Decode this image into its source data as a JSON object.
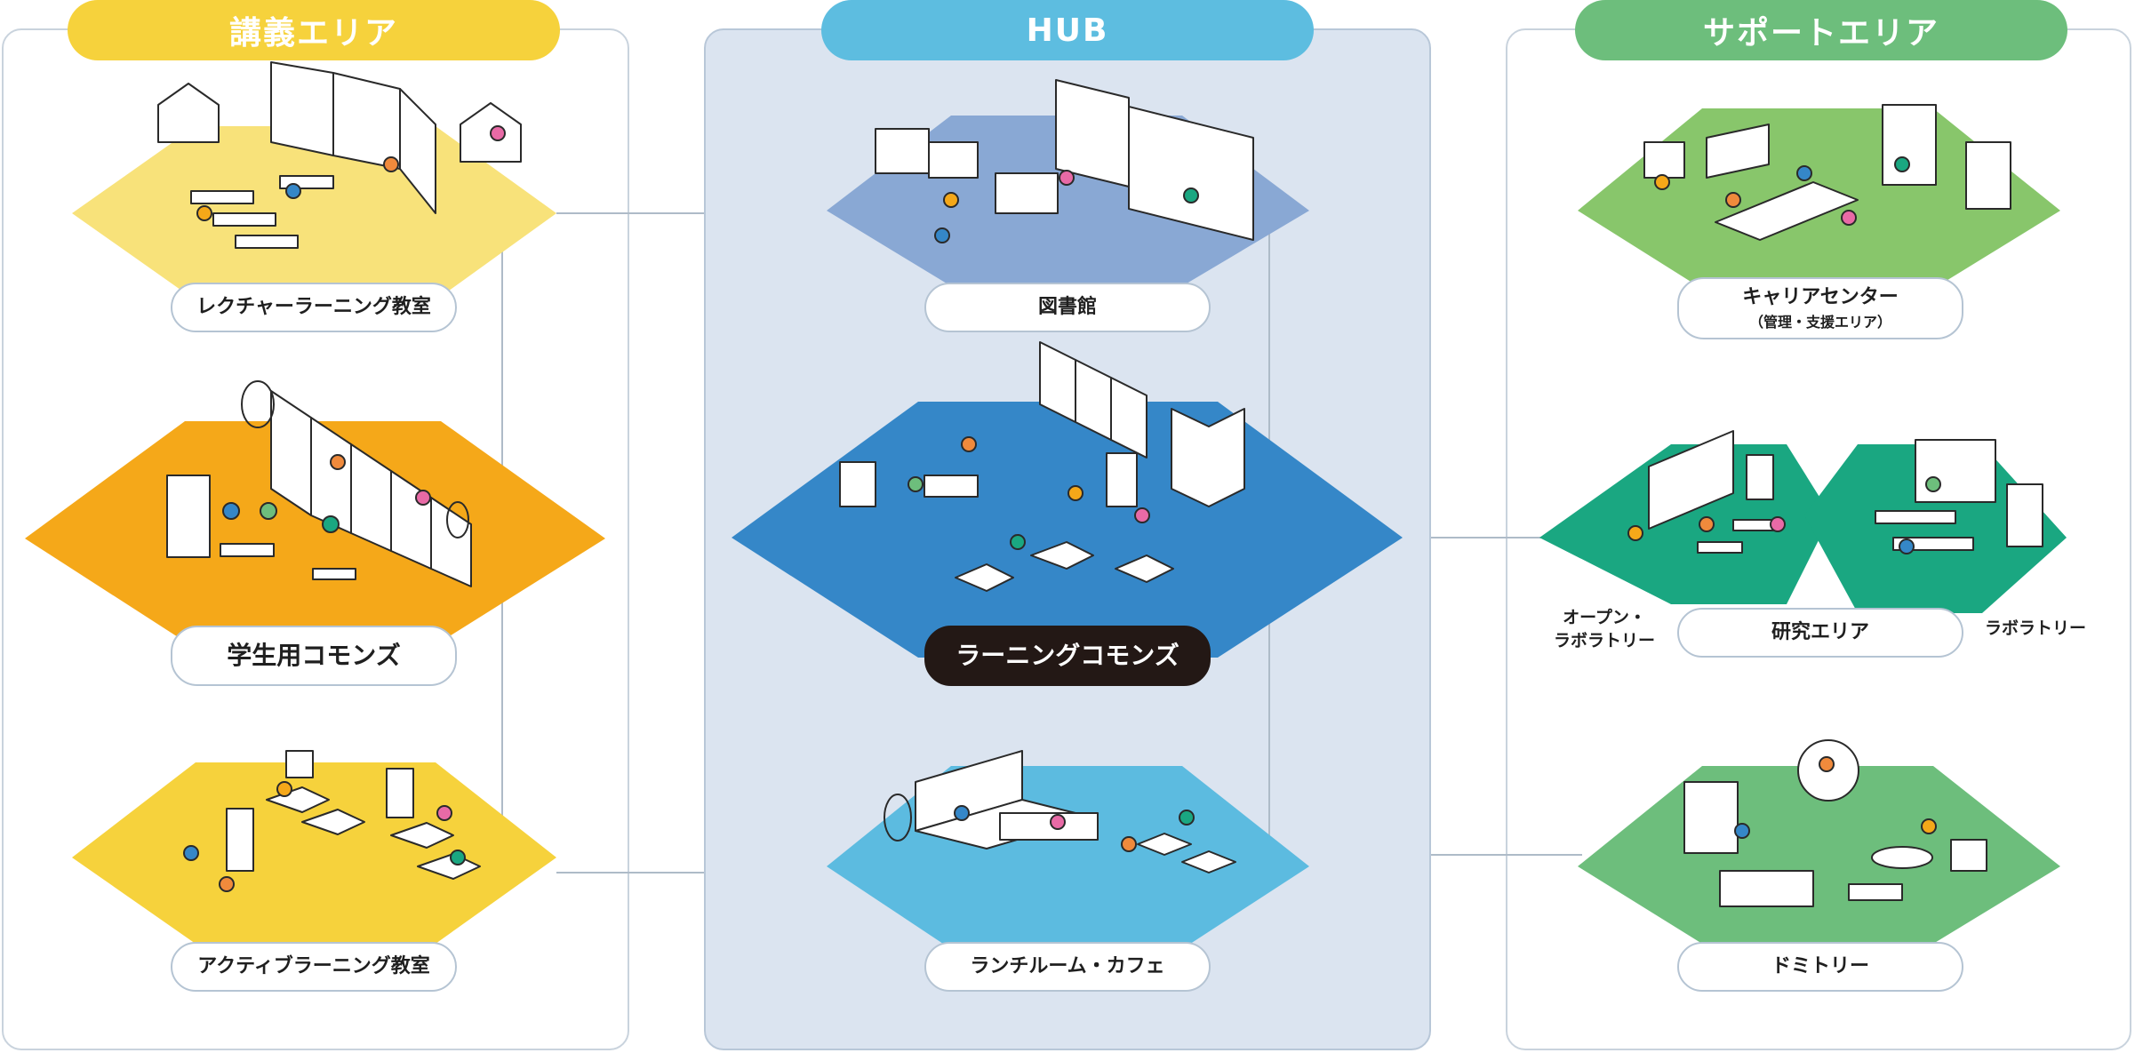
{
  "zones": {
    "lecture": {
      "title": "講義エリア",
      "color": "#f6d23c"
    },
    "hub": {
      "title": "HUB",
      "color": "#5dbde0"
    },
    "support": {
      "title": "サポートエリア",
      "color": "#6dbe7c"
    }
  },
  "rooms": {
    "lecture_learning": {
      "label": "レクチャーラーニング教室",
      "color": "#f8e27a"
    },
    "student_commons": {
      "label": "学生用コモンズ",
      "color": "#f5a819"
    },
    "active_learning": {
      "label": "アクティブラーニング教室",
      "color": "#f6d23c"
    },
    "library": {
      "label": "図書館",
      "color": "#89a8d4"
    },
    "learning_commons": {
      "label": "ラーニングコモンズ",
      "color": "#3587c8"
    },
    "lunch_cafe": {
      "label": "ランチルーム・カフェ",
      "color": "#5cbbe0"
    },
    "career_center": {
      "label": "キャリアセンター",
      "sublabel": "（管理・支援エリア）",
      "color": "#88c66b"
    },
    "research_area": {
      "label": "研究エリア",
      "left_label": "オープン・\nラボラトリー",
      "right_label": "ラボラトリー",
      "color": "#1aa781"
    },
    "dormitory": {
      "label": "ドミトリー",
      "color": "#6dbe7c"
    }
  }
}
